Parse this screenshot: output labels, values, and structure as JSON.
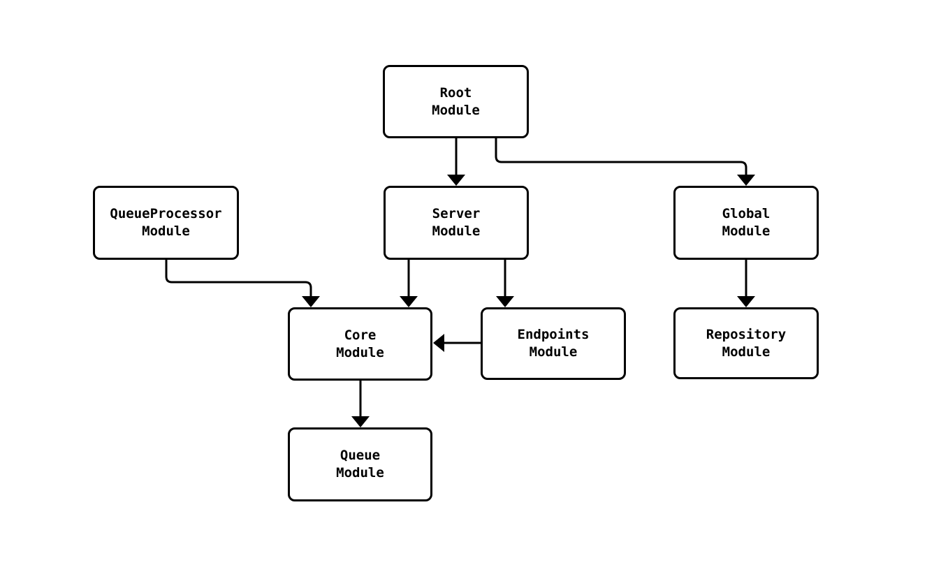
{
  "diagram": {
    "background_color": "#ffffff",
    "stroke_color": "#000000",
    "text_color": "#000000",
    "node_fill_color": "#ffffff",
    "nodes": {
      "root": {
        "line1": "Root",
        "line2": "Module"
      },
      "queueprocessor": {
        "line1": "QueueProcessor",
        "line2": "Module"
      },
      "server": {
        "line1": "Server",
        "line2": "Module"
      },
      "global": {
        "line1": "Global",
        "line2": "Module"
      },
      "core": {
        "line1": "Core",
        "line2": "Module"
      },
      "endpoints": {
        "line1": "Endpoints",
        "line2": "Module"
      },
      "repository": {
        "line1": "Repository",
        "line2": "Module"
      },
      "queue": {
        "line1": "Queue",
        "line2": "Module"
      }
    },
    "edges": [
      {
        "from": "Root Module",
        "to": "Server Module"
      },
      {
        "from": "Root Module",
        "to": "Global Module"
      },
      {
        "from": "QueueProcessor Module",
        "to": "Core Module"
      },
      {
        "from": "Server Module",
        "to": "Core Module"
      },
      {
        "from": "Server Module",
        "to": "Endpoints Module"
      },
      {
        "from": "Endpoints Module",
        "to": "Core Module"
      },
      {
        "from": "Global Module",
        "to": "Repository Module"
      },
      {
        "from": "Core Module",
        "to": "Queue Module"
      }
    ]
  }
}
